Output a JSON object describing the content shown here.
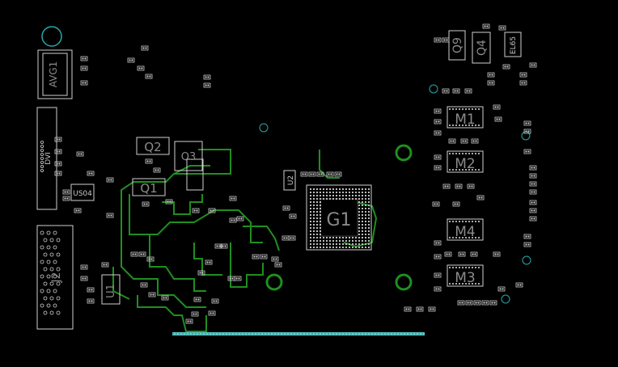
{
  "board": {
    "colors": {
      "background": "#000000",
      "outline": "#e0e0e0",
      "trace": "#1f8f1f",
      "via": "#2aa6a6",
      "pcie": "#5ec8c8"
    },
    "labels": {
      "gpu": "G1",
      "mem1": "M1",
      "mem2": "M2",
      "mem3": "M3",
      "mem4": "M4",
      "q1": "Q1",
      "q2": "Q2",
      "q9": "Q9",
      "q4": "Q4",
      "u1": "U1",
      "u2": "U2",
      "us04": "US04",
      "el65": "EL65",
      "j2": "J2",
      "dvi": "DVI",
      "vga": "AVG1",
      "bridge": "Q3"
    }
  }
}
